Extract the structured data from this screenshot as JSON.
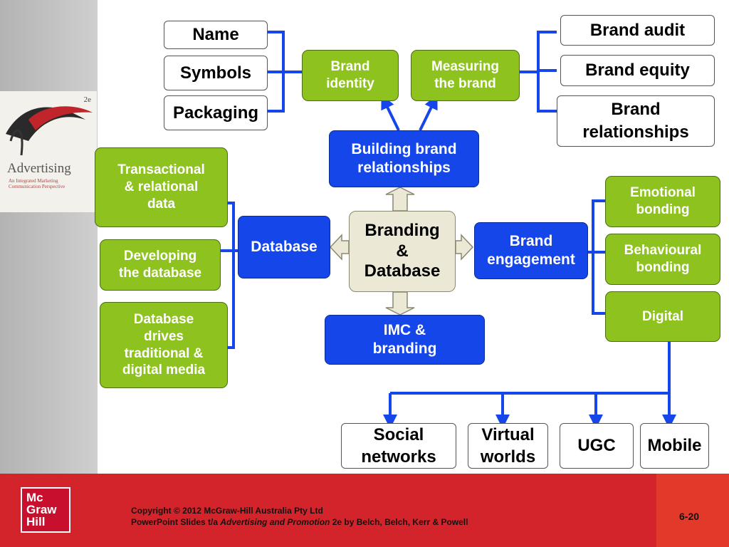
{
  "diagram": {
    "center": "Branding\n&\nDatabase",
    "building": "Building brand\nrelationships",
    "database": "Database",
    "engagement": "Brand\nengagement",
    "imc": "IMC &\nbranding",
    "brand_identity": "Brand\nidentity",
    "measuring": "Measuring\nthe brand",
    "identity_items": [
      "Name",
      "Symbols",
      "Packaging"
    ],
    "measuring_items": [
      "Brand audit",
      "Brand equity",
      "Brand\nrelationships"
    ],
    "database_items": [
      "Transactional\n& relational\ndata",
      "Developing\nthe database",
      "Database\ndrives\ntraditional &\ndigital media"
    ],
    "engagement_items": [
      "Emotional\nbonding",
      "Behavioural\nbonding",
      "Digital"
    ],
    "digital_items": [
      "Social\nnetworks",
      "Virtual\nworlds",
      "UGC",
      "Mobile"
    ]
  },
  "book_cover": {
    "title": "Advertising",
    "subtitle": "An Integrated Marketing Communication Perspective",
    "edition": "2e"
  },
  "footer": {
    "logo_lines": [
      "Mc",
      "Graw",
      "Hill"
    ],
    "copyright": "Copyright © 2012 McGraw-Hill Australia Pty Ltd",
    "slides_prefix": "PowerPoint Slides t/a ",
    "slides_title": "Advertising and Promotion",
    "slides_suffix": " 2e by Belch, Belch, Kerr & Powell",
    "page": "6-20"
  },
  "colors": {
    "green": "#8dc21f",
    "blue": "#1446ea",
    "connector": "#1446ea",
    "footer_red": "#d4242b"
  }
}
